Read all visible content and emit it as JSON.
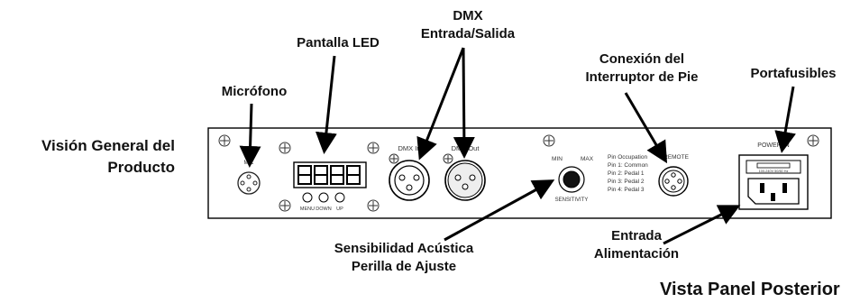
{
  "overview_title": [
    "Visión General del",
    "Producto"
  ],
  "rear_view_title": "Vista Panel Posterior",
  "callouts": {
    "microphone": "Micrófono",
    "led_display": "Pantalla LED",
    "dmx": [
      "DMX",
      "Entrada/Salida"
    ],
    "footswitch": [
      "Conexión del",
      "Interruptor de Pie"
    ],
    "fuse_holder": "Portafusibles",
    "sensitivity": [
      "Sensibilidad Acústica",
      "Perilla de Ajuste"
    ],
    "power_input": [
      "Entrada",
      "Alimentación"
    ]
  },
  "panel_labels": {
    "mic": "MIC",
    "buttons": [
      "MENU",
      "DOWN",
      "UP"
    ],
    "dmx_in": "DMX In",
    "dmx_out": "DMX Out",
    "min": "MIN",
    "max": "MAX",
    "sensitivity": "SENSITIVITY",
    "remote": "REMOTE",
    "pins": [
      "Pin Occupation",
      "Pin 1: Common",
      "Pin 2: Pedal 1",
      "Pin 3: Pedal 2",
      "Pin 4: Pedal 3"
    ],
    "power_in": "POWER IN",
    "fuse_rating": "100-240V 50/60 Hz"
  }
}
